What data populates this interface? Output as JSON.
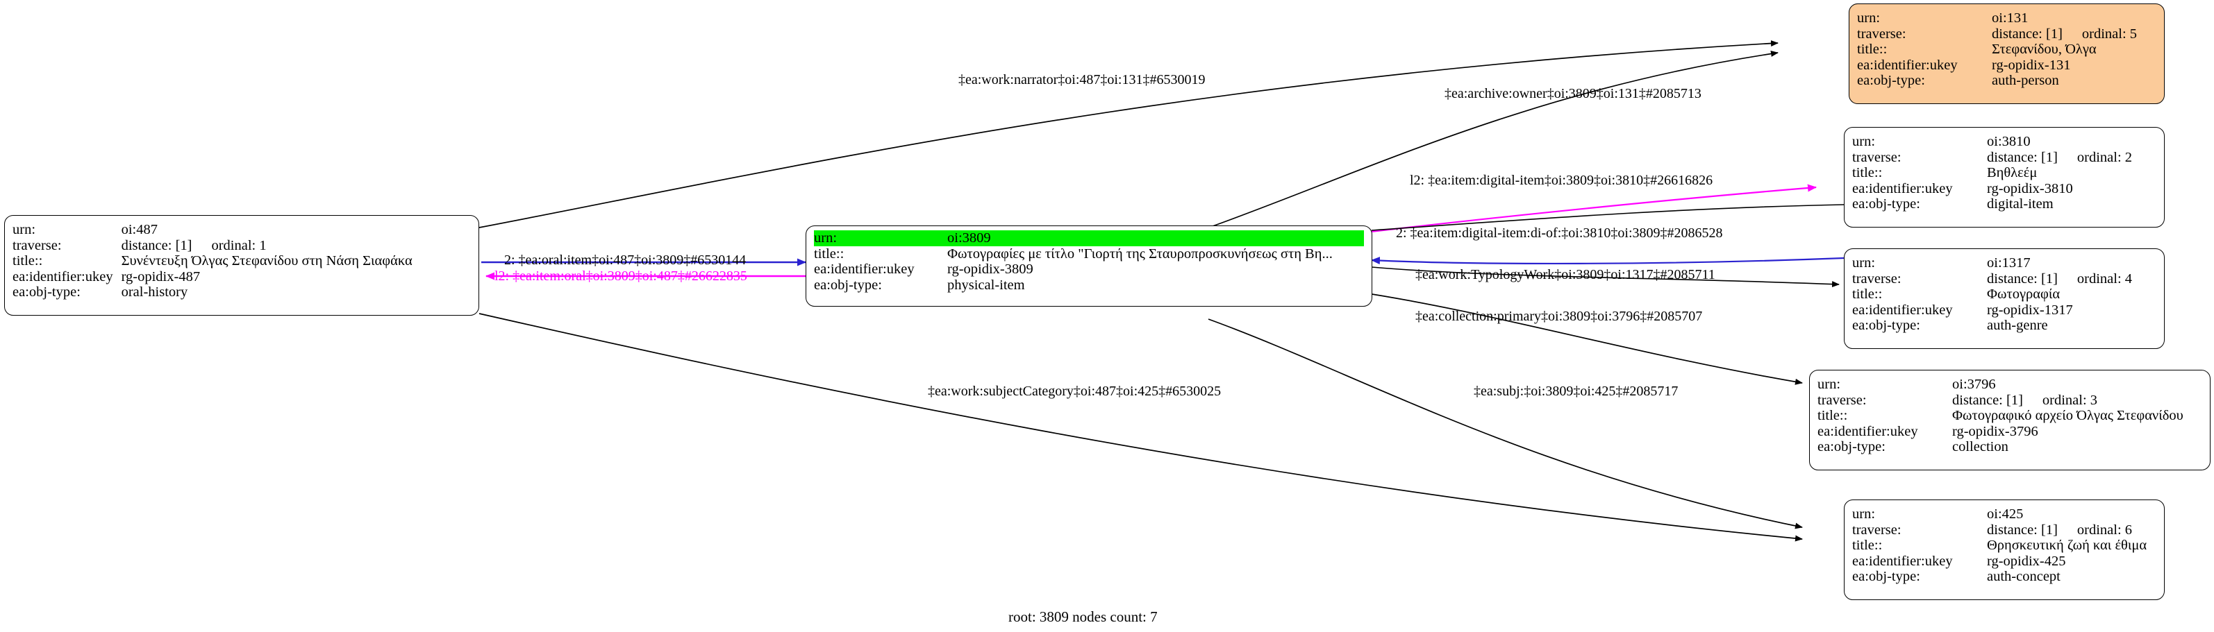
{
  "graph": {
    "caption": "root: 3809 nodes count: 7",
    "field_labels": {
      "urn": "urn:",
      "traverse": "traverse:",
      "title": "title::",
      "ukey": "ea:identifier:ukey",
      "objtype": "ea:obj-type:"
    },
    "colors": {
      "highlight_green": "#00ef00",
      "person_orange": "#fbcb9a",
      "edge_blue": "#3b34d4",
      "edge_magenta": "#ff00ff",
      "edge_black": "#000000"
    }
  },
  "nodes": [
    {
      "id": "oi-487",
      "urn": "oi:487",
      "distance": "distance: [1]",
      "ordinal": "ordinal: 1",
      "title": "Συνέντευξη Όλγας Στεφανίδου στη Νάση Σιαφάκα",
      "ukey": "rg-opidix-487",
      "objtype": "oral-history"
    },
    {
      "id": "oi-3809",
      "urn": "oi:3809",
      "distance": "",
      "ordinal": "",
      "title": "Φωτογραφίες με τίτλο \"Γιορτή της Σταυροπροσκυνήσεως στη Βη...",
      "ukey": "rg-opidix-3809",
      "objtype": "physical-item"
    },
    {
      "id": "oi-131",
      "urn": "oi:131",
      "distance": "distance: [1]",
      "ordinal": "ordinal: 5",
      "title": "Στεφανίδου, Όλγα",
      "ukey": "rg-opidix-131",
      "objtype": "auth-person"
    },
    {
      "id": "oi-3810",
      "urn": "oi:3810",
      "distance": "distance: [1]",
      "ordinal": "ordinal: 2",
      "title": "Βηθλεέμ",
      "ukey": "rg-opidix-3810",
      "objtype": "digital-item"
    },
    {
      "id": "oi-1317",
      "urn": "oi:1317",
      "distance": "distance: [1]",
      "ordinal": "ordinal: 4",
      "title": "Φωτογραφία",
      "ukey": "rg-opidix-1317",
      "objtype": "auth-genre"
    },
    {
      "id": "oi-3796",
      "urn": "oi:3796",
      "distance": "distance: [1]",
      "ordinal": "ordinal: 3",
      "title": "Φωτογραφικό αρχείο Όλγας Στεφανίδου",
      "ukey": "rg-opidix-3796",
      "objtype": "collection"
    },
    {
      "id": "oi-425",
      "urn": "oi:425",
      "distance": "distance: [1]",
      "ordinal": "ordinal: 6",
      "title": "Θρησκευτική ζωή και έθιμα",
      "ukey": "rg-opidix-425",
      "objtype": "auth-concept"
    }
  ],
  "edges": [
    {
      "id": "e-narrator",
      "label": "‡ea:work:narrator‡oi:487‡oi:131‡#6530019",
      "color": "black"
    },
    {
      "id": "e-archive-owner",
      "label": "‡ea:archive:owner‡oi:3809‡oi:131‡#2085713",
      "color": "black"
    },
    {
      "id": "e-digital-item",
      "label": "l2: ‡ea:item:digital-item‡oi:3809‡oi:3810‡#26616826",
      "color": "black"
    },
    {
      "id": "e-di-of",
      "label": "2: ‡ea:item:digital-item:di-of:‡oi:3810‡oi:3809‡#2086528",
      "color": "black"
    },
    {
      "id": "e-typology",
      "label": "‡ea:work:TypologyWork‡oi:3809‡oi:1317‡#2085711",
      "color": "black"
    },
    {
      "id": "e-collection",
      "label": "‡ea:collection:primary‡oi:3809‡oi:3796‡#2085707",
      "color": "black"
    },
    {
      "id": "e-oral-item",
      "label": "2: ‡ea:oral:item‡oi:487‡oi:3809‡#6530144",
      "color": "black"
    },
    {
      "id": "e-item-oral",
      "label": "l2: ‡ea:item:oral‡oi:3809‡oi:487‡#26622835",
      "color": "magenta"
    },
    {
      "id": "e-subject-cat",
      "label": "‡ea:work:subjectCategory‡oi:487‡oi:425‡#6530025",
      "color": "black"
    },
    {
      "id": "e-subj",
      "label": "‡ea:subj:‡oi:3809‡oi:425‡#2085717",
      "color": "black"
    }
  ]
}
